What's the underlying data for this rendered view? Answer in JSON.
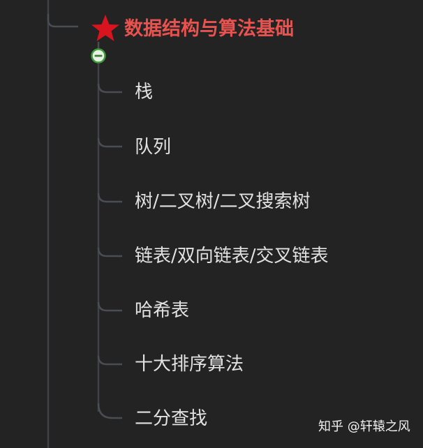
{
  "mindmap": {
    "root_node": {
      "title": "数据结构与算法基础",
      "title_color": "#e8524f",
      "marker_icon": "red-star-icon",
      "collapse_icon": "minus-circle-icon",
      "collapse_color": "#3f9b3a"
    },
    "children": [
      {
        "label": "栈"
      },
      {
        "label": "队列"
      },
      {
        "label": "树/二叉树/二叉搜索树"
      },
      {
        "label": "链表/双向链表/交叉链表"
      },
      {
        "label": "哈希表"
      },
      {
        "label": "十大排序算法"
      },
      {
        "label": "二分查找"
      }
    ]
  },
  "watermark": {
    "text": "知乎 @轩辕之风"
  },
  "colors": {
    "background": "#232323",
    "connector": "#4a4d52",
    "child_text": "#e2e2e2"
  }
}
